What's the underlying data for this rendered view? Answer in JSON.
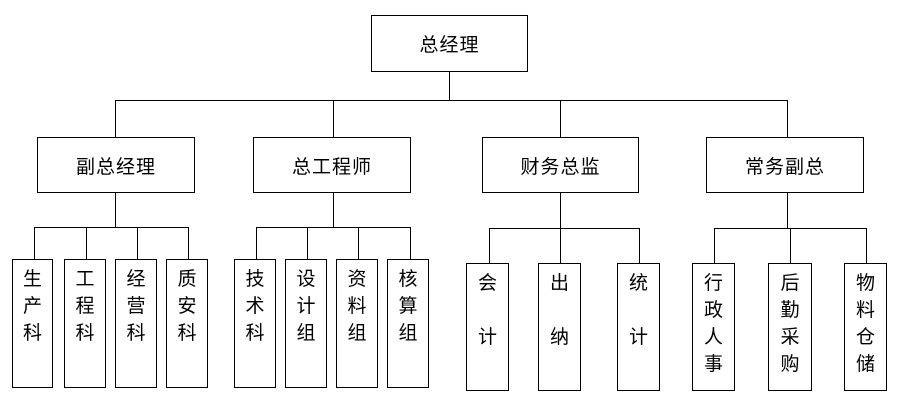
{
  "org_chart": {
    "root": {
      "label": "总经理"
    },
    "divisions": [
      {
        "label": "副总经理",
        "children": [
          "生产科",
          "工程科",
          "经营科",
          "质安科"
        ]
      },
      {
        "label": "总工程师",
        "children": [
          "技术科",
          "设计组",
          "资料组",
          "核算组"
        ]
      },
      {
        "label": "财务总监",
        "children": [
          "会计",
          "出纳",
          "统计"
        ]
      },
      {
        "label": "常务副总",
        "children": [
          "行政人事",
          "后勤采购",
          "物料仓储"
        ]
      }
    ]
  }
}
